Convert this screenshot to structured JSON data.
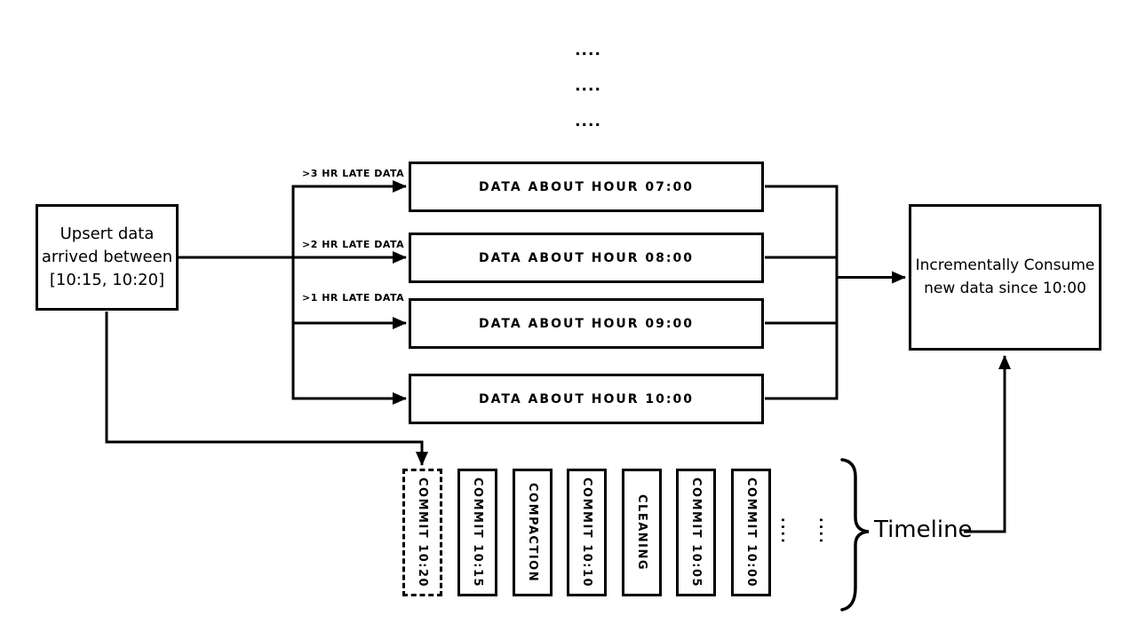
{
  "diagram": {
    "colors": {
      "ink": "#000000",
      "background": "#ffffff"
    },
    "top_continuation": {
      "rows": [
        "....",
        "....",
        "...."
      ]
    },
    "upsert_box": {
      "lines": [
        "Upsert data",
        "arrived between",
        "[10:15, 10:20]"
      ]
    },
    "late_arrow_labels": [
      ">3 HR LATE DATA",
      ">2 HR LATE DATA",
      ">1 HR LATE DATA"
    ],
    "hour_boxes": [
      {
        "label": "DATA ABOUT HOUR 07:00"
      },
      {
        "label": "DATA ABOUT HOUR 08:00"
      },
      {
        "label": "DATA ABOUT HOUR 09:00"
      },
      {
        "label": "DATA ABOUT HOUR 10:00"
      }
    ],
    "consume_box": {
      "lines": [
        "Incrementally Consume",
        "new data since 10:00"
      ]
    },
    "timeline": {
      "label": "Timeline",
      "entries": [
        {
          "label": "COMMIT 10:20",
          "border": "dashed"
        },
        {
          "label": "COMMIT 10:15",
          "border": "solid"
        },
        {
          "label": "COMPACTION",
          "border": "solid"
        },
        {
          "label": "COMMIT 10:10",
          "border": "solid"
        },
        {
          "label": "CLEANING",
          "border": "solid"
        },
        {
          "label": "COMMIT 10:05",
          "border": "solid"
        },
        {
          "label": "COMMIT 10:00",
          "border": "solid"
        }
      ],
      "continuation_dots": [
        "....",
        "...."
      ]
    }
  }
}
